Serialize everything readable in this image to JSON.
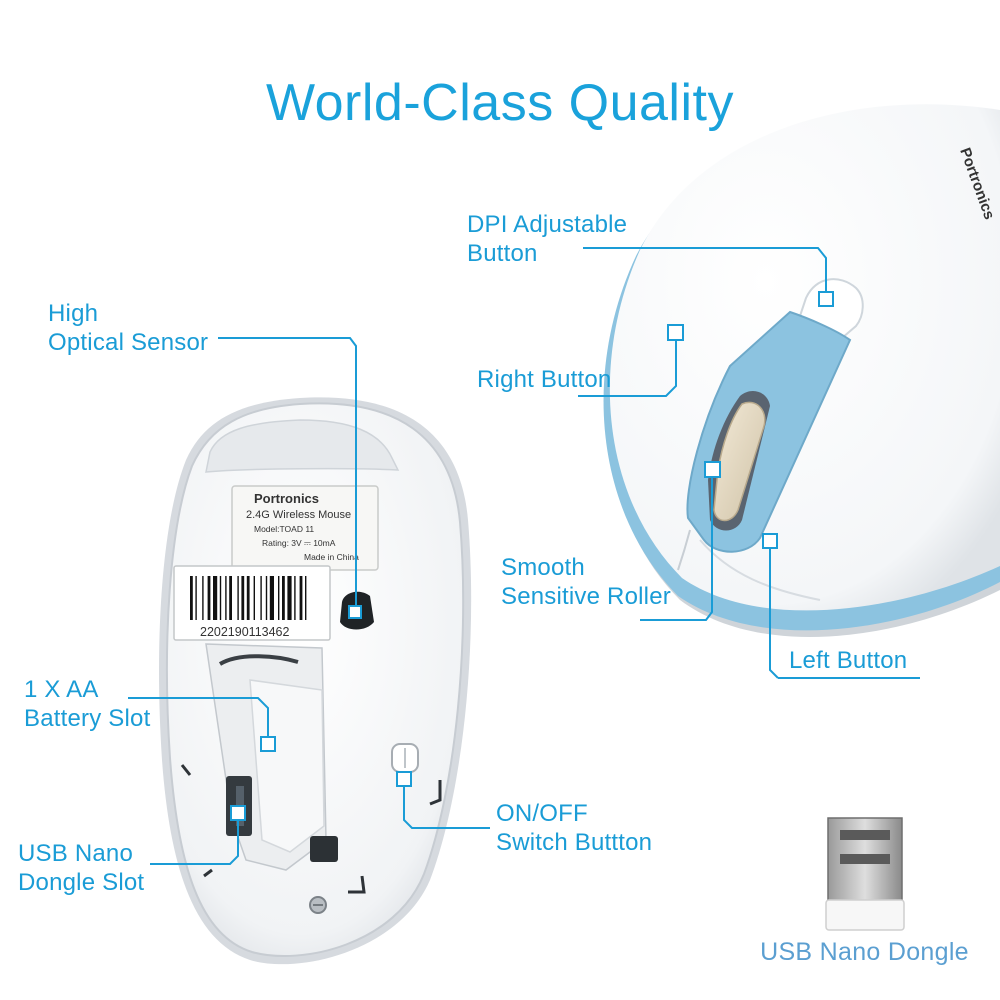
{
  "heading": "World-Class Quality",
  "callouts": {
    "optical_sensor": [
      "High",
      "Optical Sensor"
    ],
    "dpi_button": [
      "DPI Adjustable",
      "Button"
    ],
    "right_button": [
      "Right Button"
    ],
    "roller": [
      "Smooth",
      "Sensitive Roller"
    ],
    "left_button": [
      "Left Button"
    ],
    "battery_slot": [
      "1 X AA",
      "Battery Slot"
    ],
    "dongle_slot": [
      "USB Nano",
      "Dongle Slot"
    ],
    "power_switch": [
      "ON/OFF",
      "Switch Buttton"
    ]
  },
  "product_label": {
    "brand": "Portronics",
    "product": "2.4G Wireless Mouse",
    "model": "Model:TOAD 11",
    "rating": "Rating: 3V ⎓ 10mA",
    "origin": "Made in China",
    "serial": "2202190113462"
  },
  "top_shell_brand": "Portronics",
  "dongle_caption": "USB Nano Dongle",
  "colors": {
    "accent": "#1aa2db",
    "mouse_accent": "#8cc3e0",
    "shell": "#ffffff"
  }
}
